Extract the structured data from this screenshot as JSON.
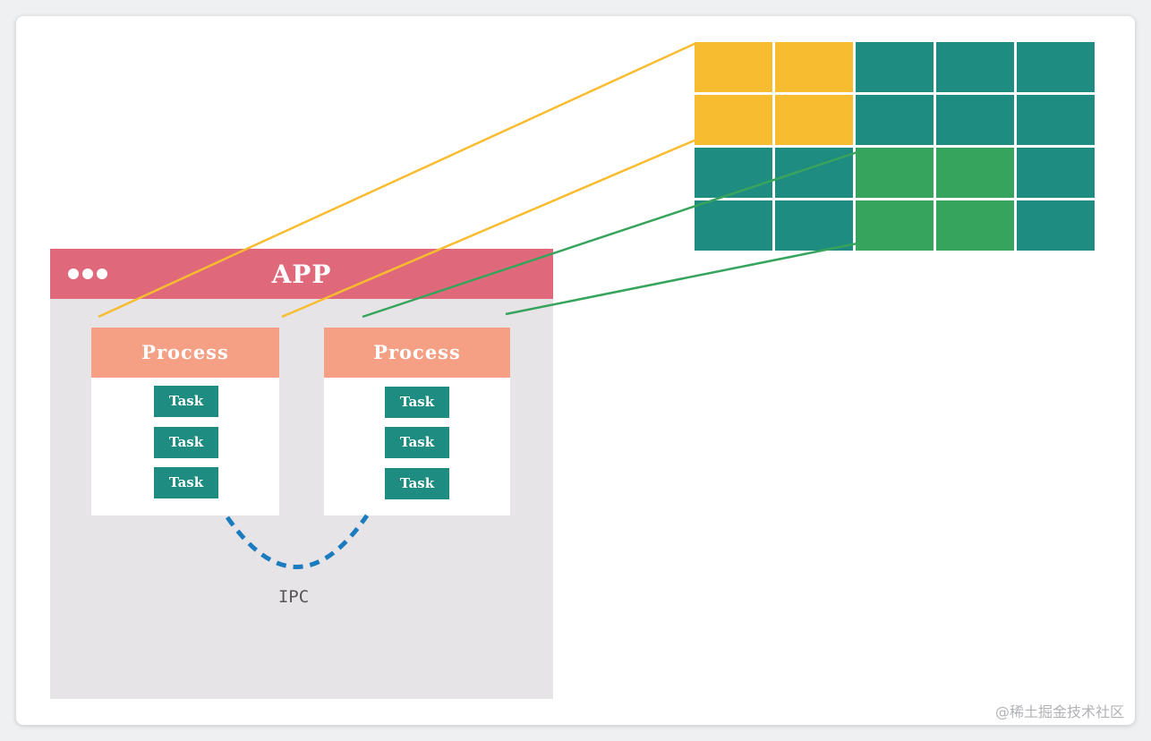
{
  "app": {
    "title": "APP",
    "processes": [
      {
        "label": "Process",
        "tasks": [
          "Task",
          "Task",
          "Task"
        ]
      },
      {
        "label": "Process",
        "tasks": [
          "Task",
          "Task",
          "Task"
        ]
      }
    ],
    "ipc_label": "IPC"
  },
  "grid": {
    "rows": 4,
    "cols": 5,
    "colors": {
      "yellow": "#f8bc30",
      "teal": "#1e8c80",
      "green": "#36a45c"
    },
    "cells": [
      [
        "yellow",
        "yellow",
        "teal",
        "teal",
        "teal"
      ],
      [
        "yellow",
        "yellow",
        "teal",
        "teal",
        "teal"
      ],
      [
        "teal",
        "teal",
        "green",
        "green",
        "teal"
      ],
      [
        "teal",
        "teal",
        "green",
        "green",
        "teal"
      ]
    ]
  },
  "colors": {
    "titlebar": "#e0687b",
    "process_header": "#f5a084",
    "ipc_dash": "#1a7bbf",
    "yellow_line": "#f8bc30",
    "green_line": "#36a45c"
  },
  "watermark": "@稀土掘金技术社区"
}
